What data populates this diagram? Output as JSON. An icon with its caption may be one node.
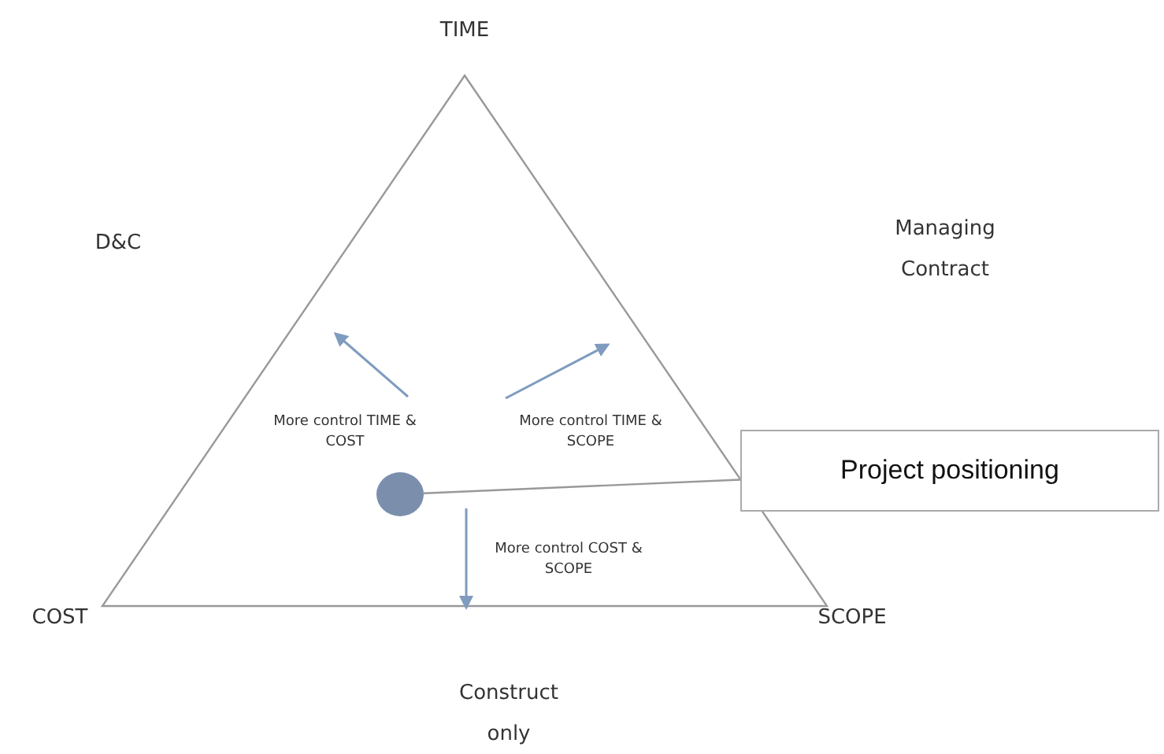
{
  "diagram": {
    "nodes": [
      {
        "text": [
          "Project positioning"
        ]
      },
      {
        "text": [],
        "shape": "circle"
      }
    ],
    "edges": [
      {
        "from": 0,
        "to": 1,
        "arrow": "none"
      }
    ],
    "labels": [
      "TIME",
      "Managing Contract",
      "D&C",
      "More control TIME & COST",
      "More control TIME & SCOPE",
      "More control COST & SCOPE",
      "COST",
      "SCOPE",
      "Construct only"
    ]
  }
}
